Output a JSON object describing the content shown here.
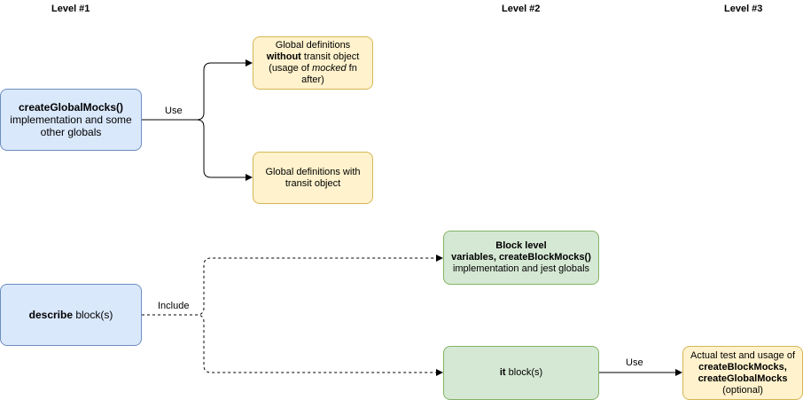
{
  "levels": {
    "l1": "Level #1",
    "l2": "Level #2",
    "l3": "Level #3"
  },
  "nodes": {
    "global_mocks": {
      "bold": "createGlobalMocks()",
      "rest": "implementation and some other globals"
    },
    "without_transit": {
      "pre": "Global definitions ",
      "bold": "without",
      "mid": " transit object (usage of ",
      "italic": "mocked",
      "post": " fn after)"
    },
    "with_transit": {
      "text": "Global definitions with transit object"
    },
    "describe": {
      "bold": "describe",
      "rest": " block(s)"
    },
    "block_level": {
      "bold1": "Block level",
      "bold2": "variables, createBlockMocks()",
      "rest": "implementation and jest globals"
    },
    "it_block": {
      "bold": "it",
      "rest": " block(s)"
    },
    "actual_test": {
      "pre": "Actual test and usage of ",
      "bold1": "createBlockMocks,",
      "bold2": "createGlobalMocks",
      "post": "(optional)"
    }
  },
  "edges": {
    "use1": "Use",
    "include": "Include",
    "use2": "Use"
  }
}
